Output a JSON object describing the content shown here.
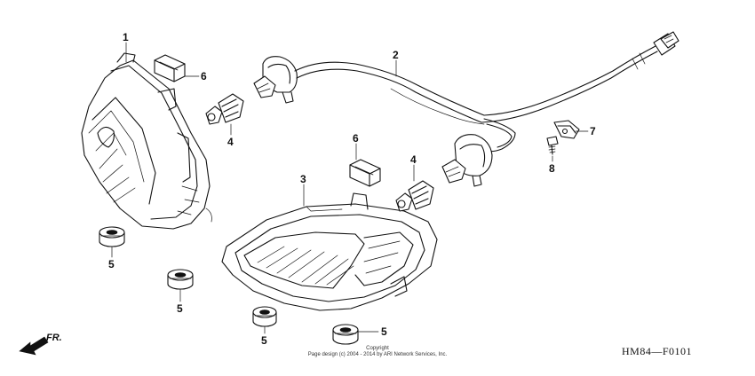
{
  "callouts": {
    "c1": "1",
    "c2": "2",
    "c3": "3",
    "c4a": "4",
    "c4b": "4",
    "c5a": "5",
    "c5b": "5",
    "c5c": "5",
    "c5d": "5",
    "c6a": "6",
    "c6b": "6",
    "c7": "7",
    "c8": "8"
  },
  "direction_label": "FR.",
  "diagram_code": "HM84—F0101",
  "copyright": {
    "line1": "Copyright",
    "line2": "Page design (c) 2004 - 2014 by ARI Network Services, Inc."
  }
}
